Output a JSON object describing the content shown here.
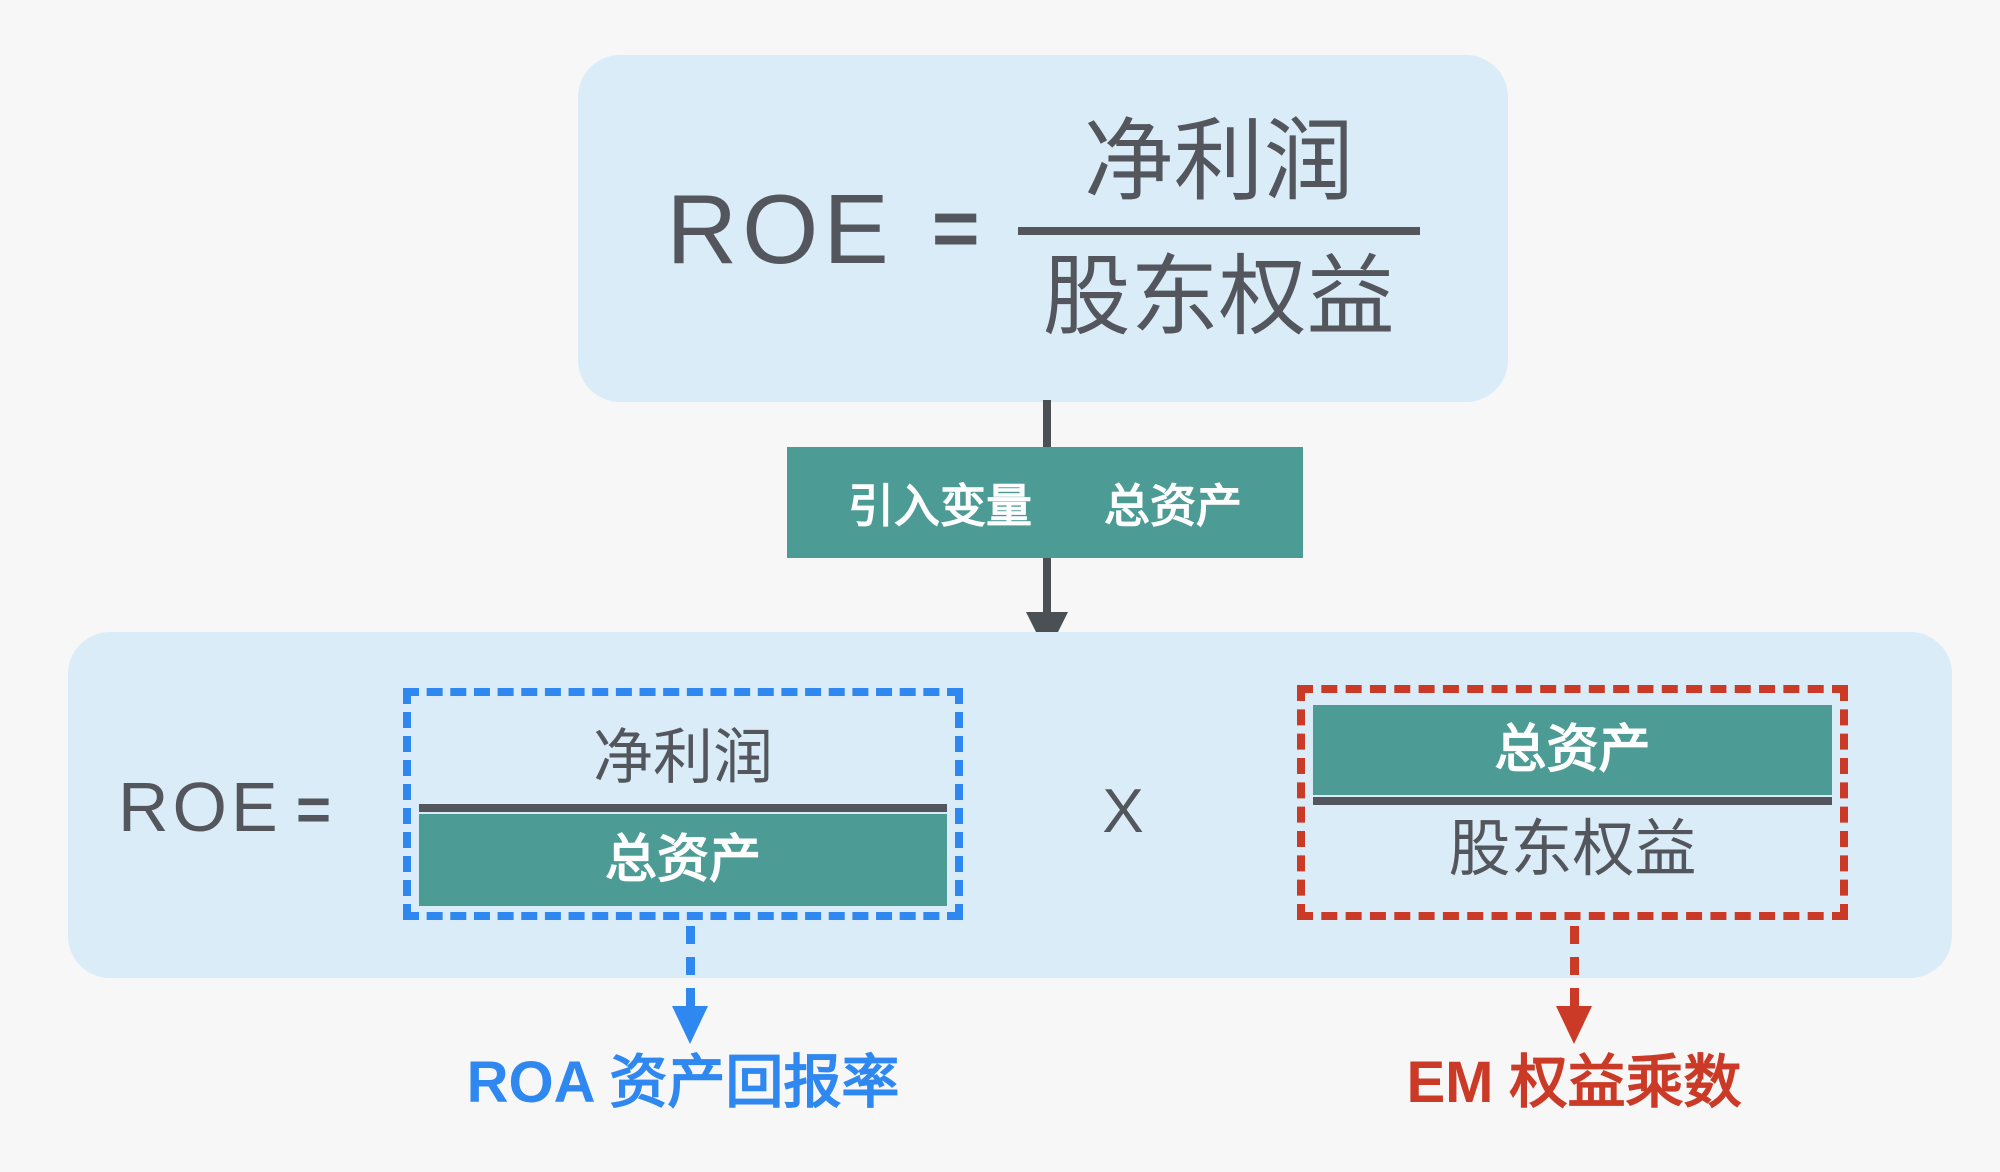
{
  "diagram": {
    "top_formula": {
      "lhs": "ROE",
      "equals": "=",
      "numerator": "净利润",
      "denominator": "股东权益"
    },
    "transform_step": {
      "action": "引入变量",
      "variable": "总资产"
    },
    "bottom_formula": {
      "lhs": "ROE",
      "equals": "=",
      "multiply_sign": "X",
      "roa_term": {
        "numerator": "净利润",
        "denominator": "总资产"
      },
      "em_term": {
        "numerator": "总资产",
        "denominator": "股东权益"
      }
    },
    "captions": {
      "roa": "ROA 资产回报率",
      "em": "EM 权益乘数"
    }
  },
  "colors": {
    "background": "#f7f7f7",
    "panel_blue": "#daecf7",
    "teal": "#4d9b95",
    "text_dark": "#53575d",
    "accent_blue": "#2f87f0",
    "accent_red": "#cb3a27"
  }
}
